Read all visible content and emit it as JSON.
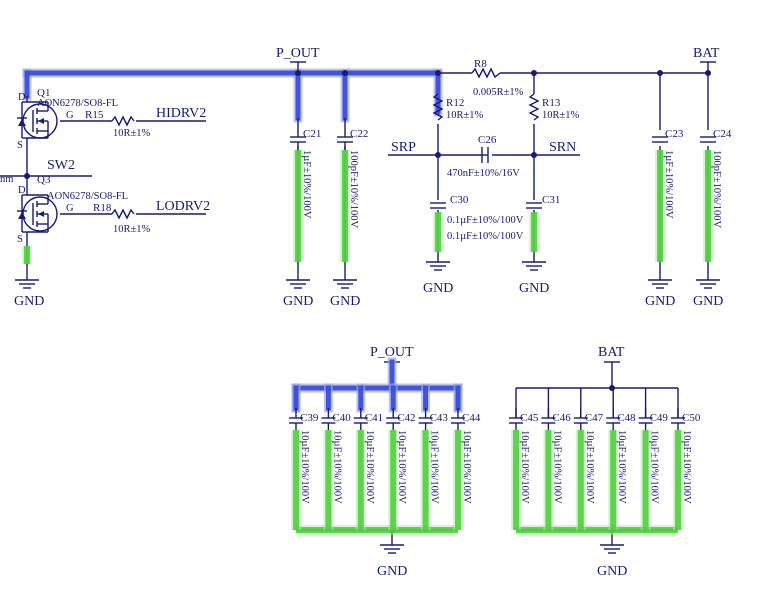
{
  "nets": {
    "p_out_top": "P_OUT",
    "bat_top": "BAT",
    "hidrv2": "HIDRV2",
    "lodrv2": "LODRV2",
    "sw2": "SW2",
    "srp": "SRP",
    "srn": "SRN",
    "p_out_bottom": "P_OUT",
    "bat_bottom": "BAT",
    "gnd": "GND"
  },
  "mosfets": {
    "q1": {
      "designator": "Q1",
      "part": "AON6278/SO8-FL",
      "pin_d": "D",
      "pin_g": "G",
      "pin_s": "S"
    },
    "q3": {
      "designator": "Q3",
      "part": "AON6278/SO8-FL",
      "pin_d": "D",
      "pin_g": "G",
      "pin_s": "S"
    },
    "edge_label": "nm"
  },
  "resistors": {
    "r15": {
      "designator": "R15",
      "value": "10R±1%"
    },
    "r18": {
      "designator": "R18",
      "value": "10R±1%"
    },
    "r8": {
      "designator": "R8",
      "value": "0.005R±1%"
    },
    "r12": {
      "designator": "R12",
      "value": "10R±1%"
    },
    "r13": {
      "designator": "R13",
      "value": "10R±1%"
    }
  },
  "capacitors": {
    "c21": {
      "designator": "C21",
      "value": "1µF±10%/100V"
    },
    "c22": {
      "designator": "C22",
      "value": "100pF±10%/100V"
    },
    "c23": {
      "designator": "C23",
      "value": "1µF±10%/100V"
    },
    "c24": {
      "designator": "C24",
      "value": "100pF±10%/100V"
    },
    "c26": {
      "designator": "C26",
      "value": "470nF±10%/16V"
    },
    "c30": {
      "designator": "C30",
      "value": "0.1µF±10%/100V",
      "value2": "0.1µF±10%/100V"
    },
    "c31": {
      "designator": "C31"
    },
    "bank_pout": {
      "designators": [
        "C39",
        "C40",
        "C41",
        "C42",
        "C43",
        "C44"
      ],
      "value": "10µF±10%/100V"
    },
    "bank_bat": {
      "designators": [
        "C45",
        "C46",
        "C47",
        "C48",
        "C49",
        "C50"
      ],
      "value": "10µF±10%/100V"
    }
  },
  "colors": {
    "wire": "#1a1a6e",
    "highlight_blue": "#3b4fd6",
    "highlight_green": "#4ecb3b",
    "pin_number": "#6a30a0"
  }
}
